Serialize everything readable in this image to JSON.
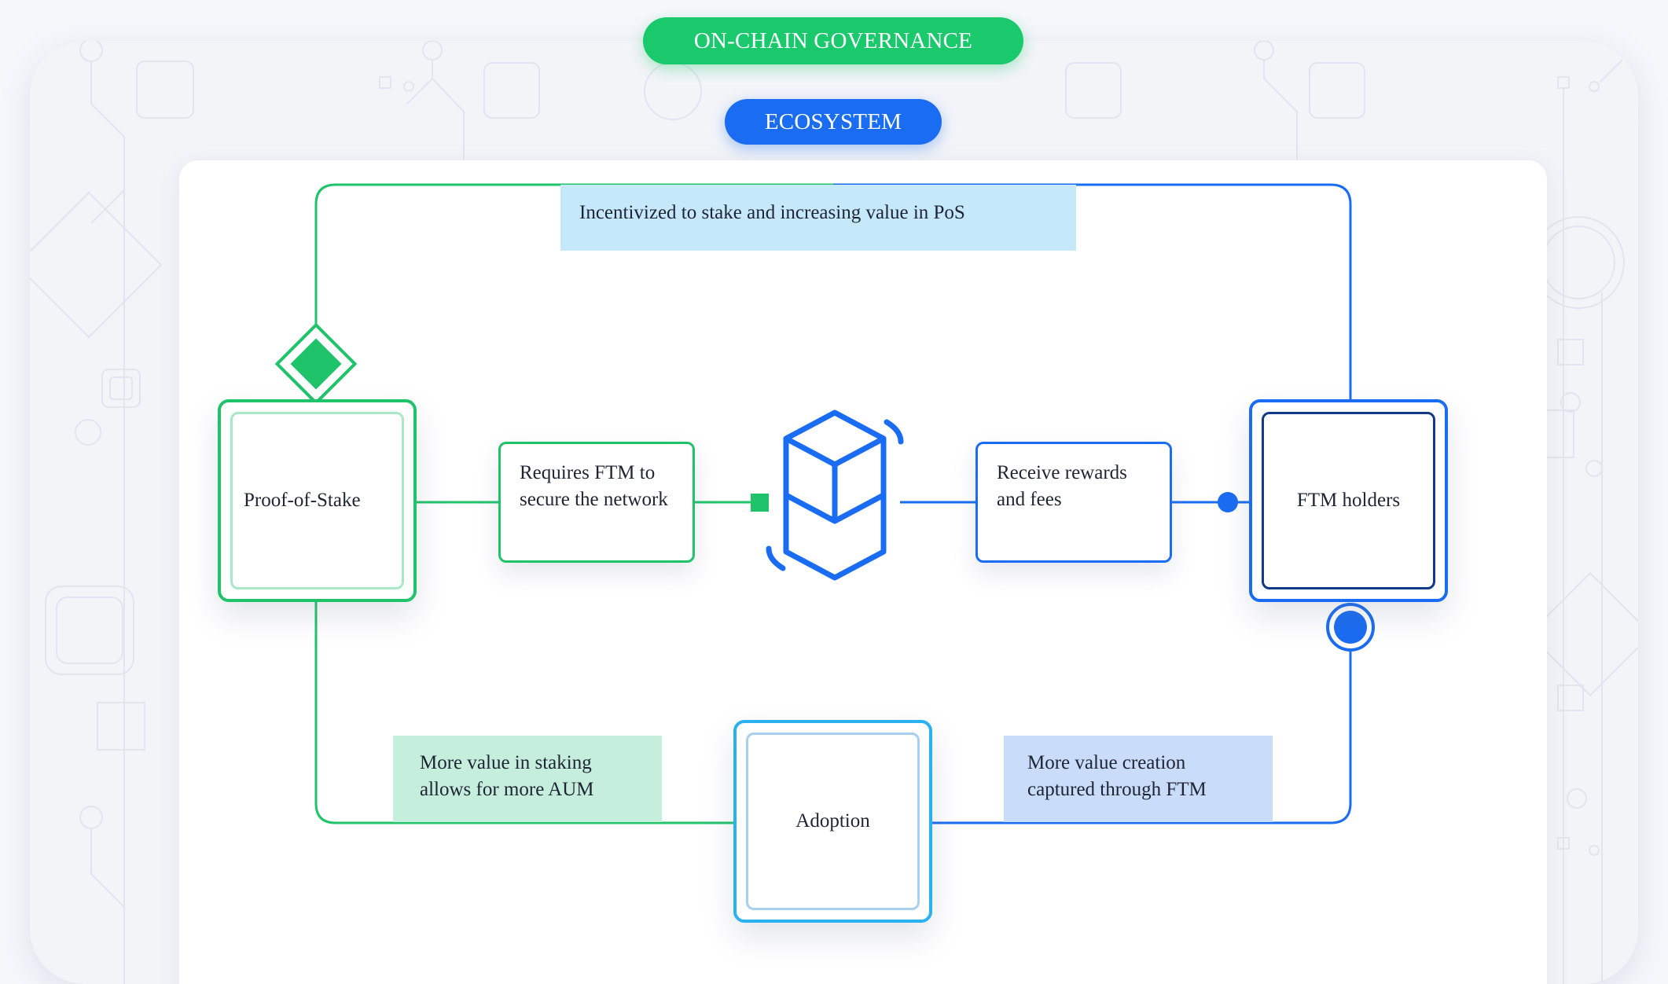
{
  "header": {
    "governance_label": "ON-CHAIN GOVERNANCE",
    "ecosystem_label": "ECOSYSTEM"
  },
  "nodes": {
    "proof_of_stake": "Proof-of-Stake",
    "requires_ftm": "Requires FTM to secure the network",
    "receive_rewards": "Receive rewards and fees",
    "ftm_holders": "FTM holders",
    "adoption": "Adoption"
  },
  "edge_labels": {
    "top": "Incentivized to stake and increasing value in PoS",
    "bottom_left": "More value in staking allows for more AUM",
    "bottom_right": "More value creation captured through FTM"
  },
  "center_logo": "fantom-logo-icon",
  "colors": {
    "green": "#1fc46a",
    "blue": "#1a6cf2",
    "light_blue": "#2ab2f0",
    "governance_pill": "#19c96c",
    "ecosystem_pill": "#1a6cf2"
  }
}
